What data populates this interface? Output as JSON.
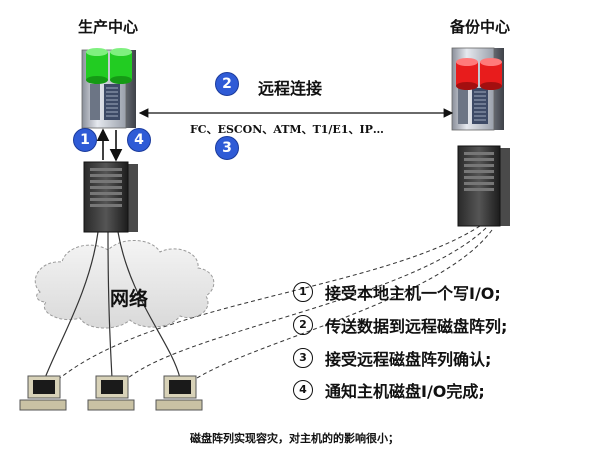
{
  "sites": {
    "primary_label": "生产中心",
    "backup_label": "备份中心",
    "primary_disk_color": "#22cc22",
    "backup_disk_color": "#e81c1c"
  },
  "link": {
    "label": "远程连接",
    "protocols": "FC、ESCON、ATM、T1/E1、IP…"
  },
  "badges": [
    "1",
    "2",
    "3",
    "4"
  ],
  "badge_color": "#2f5bd6",
  "network_label": "网络",
  "steps": [
    {
      "num": "1",
      "text": "接受本地主机一个写I/O;"
    },
    {
      "num": "2",
      "text": "传送数据到远程磁盘阵列;"
    },
    {
      "num": "3",
      "text": "接受远程磁盘阵列确认;"
    },
    {
      "num": "4",
      "text": "通知主机磁盘I/O完成;"
    }
  ],
  "caption": "磁盘阵列实现容灾，对主机的的影响很小；"
}
